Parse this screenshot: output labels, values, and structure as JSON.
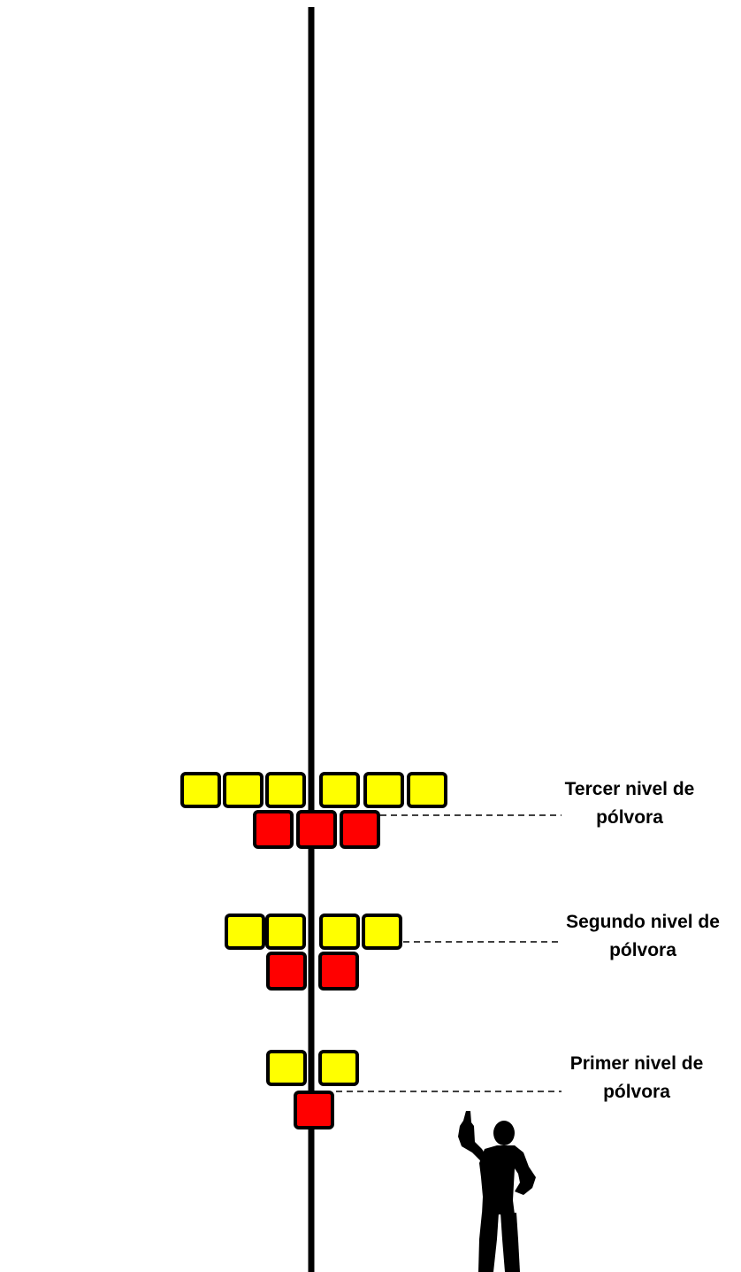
{
  "colors": {
    "background": "#ffffff",
    "pole": "#000000",
    "outline": "#000000",
    "yellow_box": "#ffff00",
    "red_box": "#ff0000"
  },
  "levels": [
    {
      "line1": "Tercer nivel de",
      "line2": "pólvora",
      "yellow_count": 6,
      "red_count": 3
    },
    {
      "line1": "Segundo nivel de",
      "line2": "pólvora",
      "yellow_count": 4,
      "red_count": 2
    },
    {
      "line1": "Primer nivel de",
      "line2": "pólvora",
      "yellow_count": 2,
      "red_count": 1
    }
  ],
  "figure": {
    "icon": "person-pointing-up-silhouette-icon"
  }
}
